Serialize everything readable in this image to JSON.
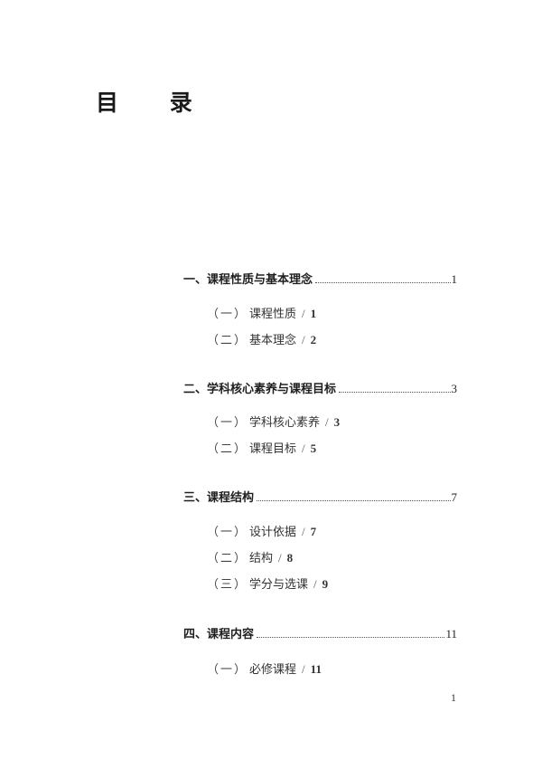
{
  "page_title": "目  录",
  "toc": {
    "chapters": [
      {
        "num": "一、",
        "title": "课程性质与基本理念",
        "page": "1",
        "sections": [
          {
            "paren": "（一）",
            "title": "课程性质",
            "sep": "/",
            "page": "1"
          },
          {
            "paren": "（二）",
            "title": "基本理念",
            "sep": "/",
            "page": "2"
          }
        ]
      },
      {
        "num": "二、",
        "title": "学科核心素养与课程目标",
        "page": "3",
        "sections": [
          {
            "paren": "（一）",
            "title": "学科核心素养",
            "sep": "/",
            "page": "3"
          },
          {
            "paren": "（二）",
            "title": "课程目标",
            "sep": "/",
            "page": "5"
          }
        ]
      },
      {
        "num": "三、",
        "title": "课程结构",
        "page": "7",
        "sections": [
          {
            "paren": "（一）",
            "title": "设计依据",
            "sep": "/",
            "page": "7"
          },
          {
            "paren": "（二）",
            "title": "结构",
            "sep": "/",
            "page": "8"
          },
          {
            "paren": "（三）",
            "title": "学分与选课",
            "sep": "/",
            "page": "9"
          }
        ]
      },
      {
        "num": "四、",
        "title": "课程内容",
        "page": "11",
        "sections": [
          {
            "paren": "（一）",
            "title": "必修课程",
            "sep": "/",
            "page": "11"
          }
        ]
      }
    ]
  },
  "footer": {
    "page_number": "1"
  }
}
